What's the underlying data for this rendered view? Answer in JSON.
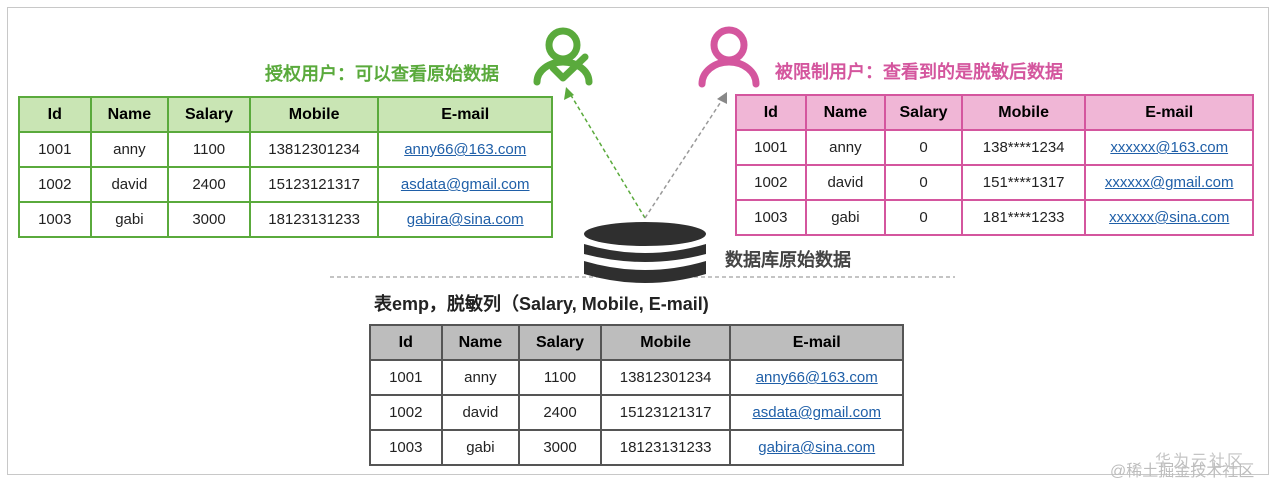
{
  "authorized": {
    "label": "授权用户：可以查看原始数据",
    "table": {
      "headers": [
        "Id",
        "Name",
        "Salary",
        "Mobile",
        "E-mail"
      ],
      "rows": [
        [
          "1001",
          "anny",
          "1100",
          "13812301234",
          "anny66@163.com"
        ],
        [
          "1002",
          "david",
          "2400",
          "15123121317",
          "asdata@gmail.com"
        ],
        [
          "1003",
          "gabi",
          "3000",
          "18123131233",
          "gabira@sina.com"
        ]
      ]
    }
  },
  "restricted": {
    "label": "被限制用户：查看到的是脱敏后数据",
    "table": {
      "headers": [
        "Id",
        "Name",
        "Salary",
        "Mobile",
        "E-mail"
      ],
      "rows": [
        [
          "1001",
          "anny",
          "0",
          "138****1234",
          "xxxxxx@163.com"
        ],
        [
          "1002",
          "david",
          "0",
          "151****1317",
          "xxxxxx@gmail.com"
        ],
        [
          "1003",
          "gabi",
          "0",
          "181****1233",
          "xxxxxx@sina.com"
        ]
      ]
    }
  },
  "database": {
    "label": "数据库原始数据",
    "caption": "表emp，脱敏列（Salary, Mobile, E-mail)",
    "table": {
      "headers": [
        "Id",
        "Name",
        "Salary",
        "Mobile",
        "E-mail"
      ],
      "rows": [
        [
          "1001",
          "anny",
          "1100",
          "13812301234",
          "anny66@163.com"
        ],
        [
          "1002",
          "david",
          "2400",
          "15123121317",
          "asdata@gmail.com"
        ],
        [
          "1003",
          "gabi",
          "3000",
          "18123131233",
          "gabira@sina.com"
        ]
      ]
    }
  },
  "watermark": {
    "line1": "华为云社区",
    "line2": "@稀土掘金技术社区"
  },
  "colors": {
    "green": "#5aaa3c",
    "pink": "#d4569e",
    "link": "#1f5fa8",
    "text": "#222222"
  }
}
